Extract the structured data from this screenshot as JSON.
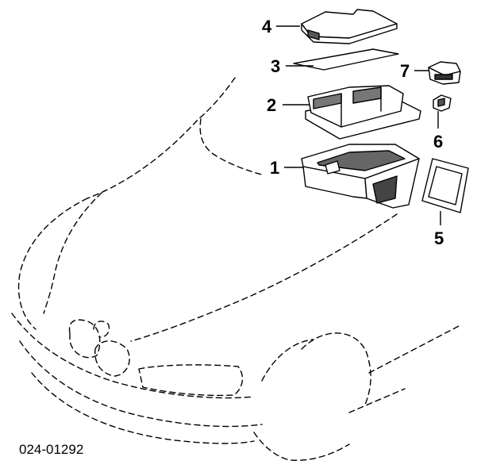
{
  "callouts": {
    "c1": "1",
    "c2": "2",
    "c3": "3",
    "c4": "4",
    "c5": "5",
    "c6": "6",
    "c7": "7"
  },
  "reference_code": "024-01292",
  "colors": {
    "line": "#000000",
    "background": "#ffffff",
    "part_fill": "#ffffff",
    "shade": "#555555"
  }
}
